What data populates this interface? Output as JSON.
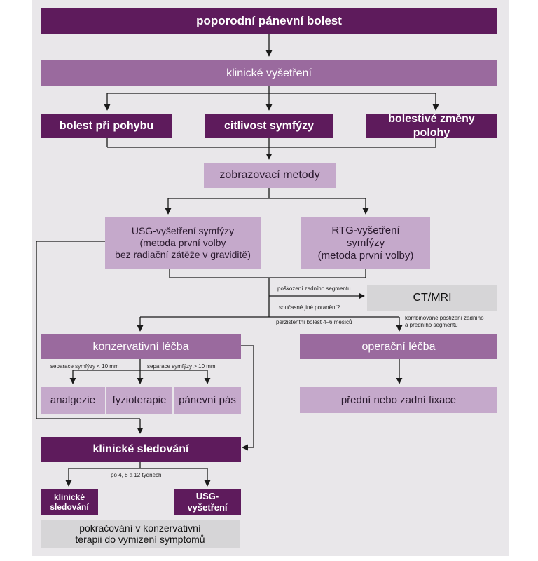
{
  "nodes": {
    "start": "poporodní pánevní bolest",
    "exam": "klinické vyšetření",
    "s1": "bolest při pohybu",
    "s2": "citlivost symfýzy",
    "s3": "bolestivé změny polohy",
    "imaging": "zobrazovací metody",
    "usg": "USG-vyšetření symfýzy\n(metoda první volby\nbez radiační zátěže v graviditě)",
    "rtg": "RTG-vyšetření\nsymfýzy\n(metoda první volby)",
    "ct": "CT/MRI",
    "cons": "konzervativní léčba",
    "oper": "operační léčba",
    "analg": "analgezie",
    "fyzio": "fyzioterapie",
    "pas": "pánevní pás",
    "fix": "přední nebo zadní fixace",
    "follow": "klinické sledování",
    "follow2": "klinické\nsledování",
    "usg2": "USG-vyšetření",
    "cont": "pokračování v konzervativní\nterapii do vymizení symptomů"
  },
  "labels": {
    "posterior": "poškození zadního segmentu",
    "other_injury": "současné jiné poranění?",
    "persistent": "perzistentní bolest 4–6 měsíců",
    "combined": "kombinované postižení zadního\na předního segmentu",
    "sep_lt": "separace symfýzy < 10 mm",
    "sep_gt": "separace symfýzy  > 10 mm",
    "weeks": "po 4, 8 a 12 týdnech"
  },
  "colors": {
    "dark": "#5e1b5c",
    "mid": "#9a6a9e",
    "light": "#c5a9cb",
    "gray": "#d6d5d7",
    "panel": "#e9e7ea",
    "line": "#1a1a1a"
  }
}
